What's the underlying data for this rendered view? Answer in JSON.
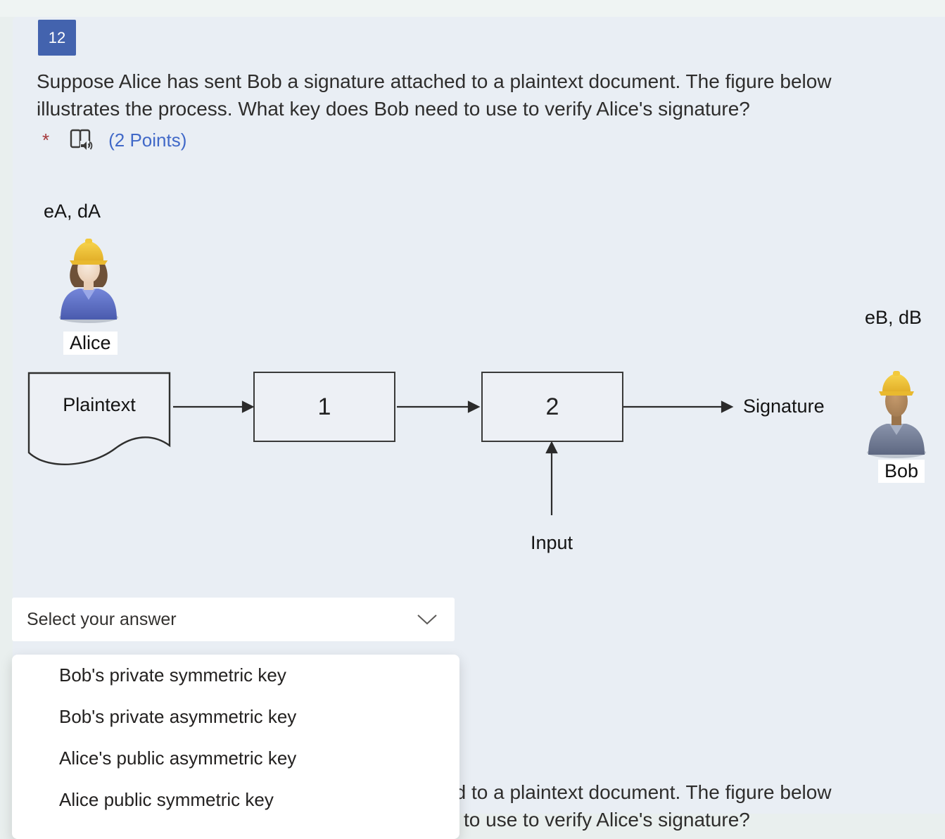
{
  "colors": {
    "accent_badge": "#4363ae",
    "points_link": "#4169c8",
    "required_marker": "#a4373a",
    "card_background": "#e9eef4"
  },
  "question": {
    "number": "12",
    "text_line1": "Suppose Alice has sent Bob a signature attached to a plaintext document. The figure below",
    "text_line2": "illustrates the process. What key does Bob need to use to verify Alice's signature?",
    "required_marker": "*",
    "points_label": "(2 Points)"
  },
  "figure": {
    "alice_keys_label": "eA, dA",
    "alice_name": "Alice",
    "bob_keys_label": "eB, dB",
    "bob_name": "Bob",
    "document_label": "Plaintext",
    "box1_label": "1",
    "box2_label": "2",
    "signature_label": "Signature",
    "input_label": "Input"
  },
  "answer": {
    "placeholder": "Select your answer",
    "options": [
      "Bob's private symmetric key",
      "Bob's private asymmetric key",
      "Alice's public asymmetric key",
      "Alice public symmetric key"
    ]
  },
  "background_question": {
    "text_line1": "Suppose Alice has sent Bob a signature attached to a plaintext document. The figure below",
    "text_line2": "illustrates the process. What key does Bob need to use to verify Alice's signature?"
  }
}
